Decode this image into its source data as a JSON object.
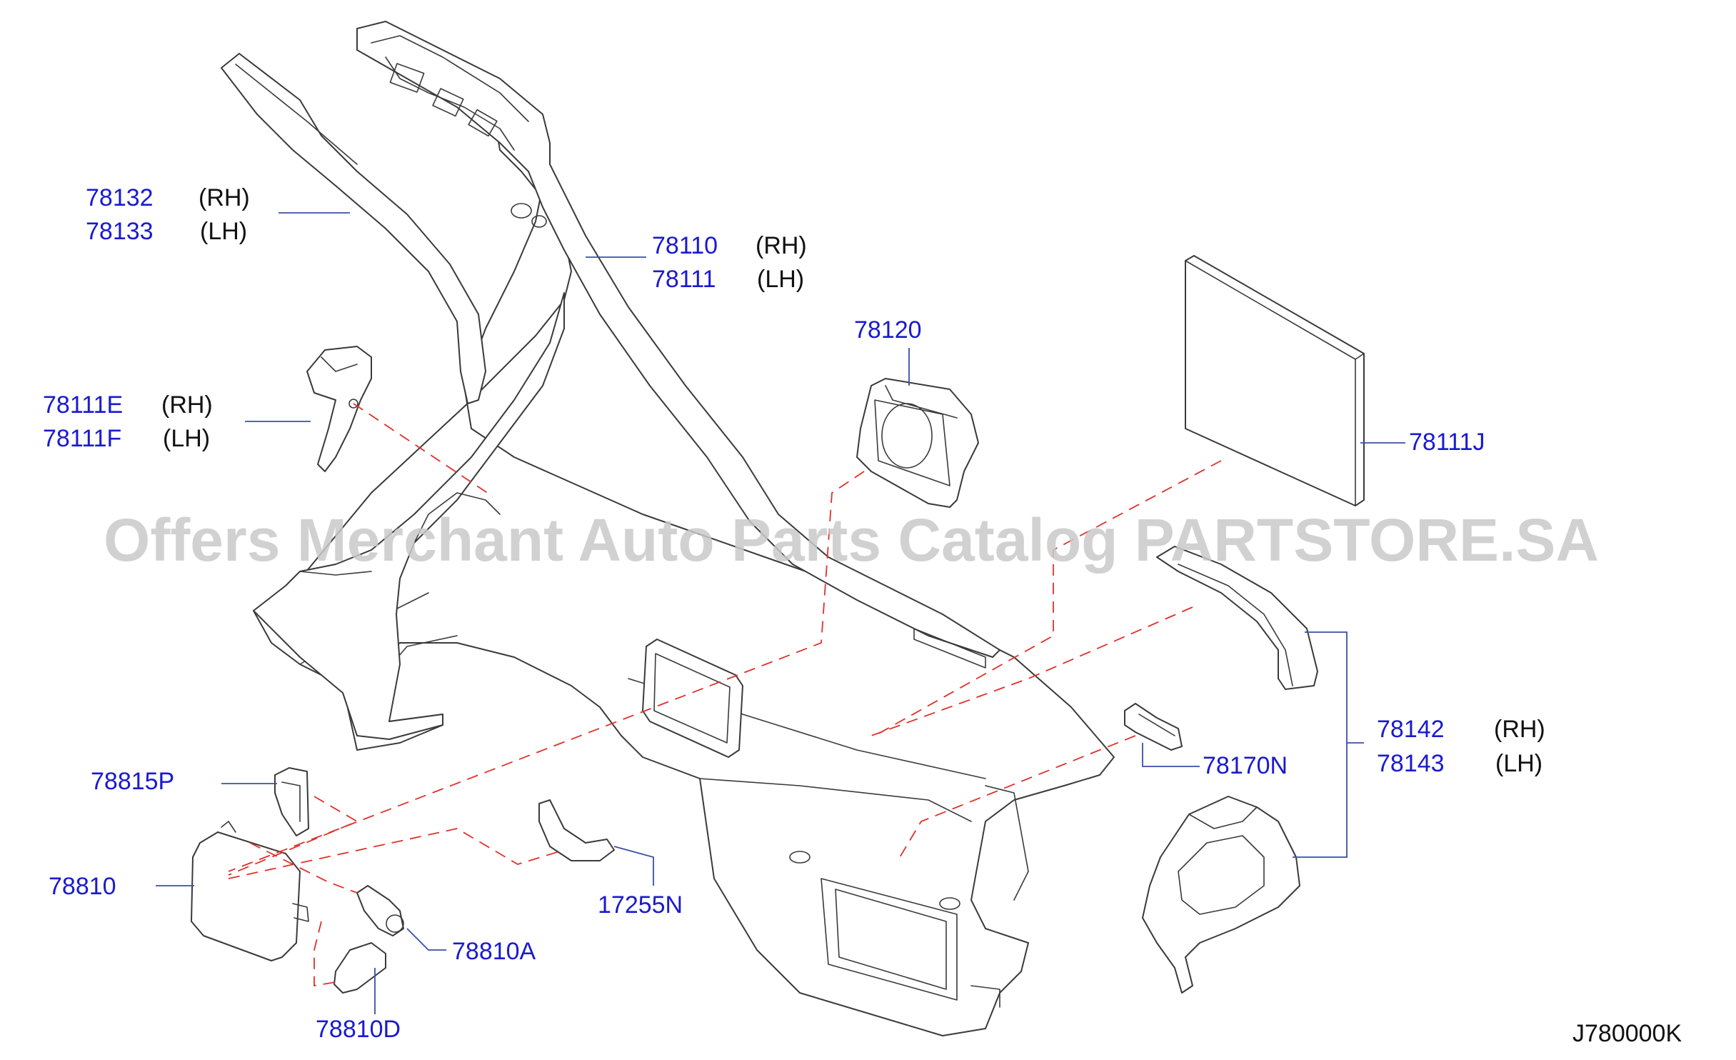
{
  "watermark": "Offers Merchant Auto Parts Catalog PARTSTORE.SA",
  "diagram_code": "J780000K",
  "callouts": {
    "c78132": {
      "pn": "78132",
      "side": "(RH)"
    },
    "c78133": {
      "pn": "78133",
      "side": "(LH)"
    },
    "c78110": {
      "pn": "78110",
      "side": "(RH)"
    },
    "c78111": {
      "pn": "78111",
      "side": "(LH)"
    },
    "c78120": {
      "pn": "78120"
    },
    "c78111E": {
      "pn": "78111E",
      "side": "(RH)"
    },
    "c78111F": {
      "pn": "78111F",
      "side": "(LH)"
    },
    "c78111J": {
      "pn": "78111J"
    },
    "c78142": {
      "pn": "78142",
      "side": "(RH)"
    },
    "c78143": {
      "pn": "78143",
      "side": "(LH)"
    },
    "c78170N": {
      "pn": "78170N"
    },
    "c78815P": {
      "pn": "78815P"
    },
    "c78810": {
      "pn": "78810"
    },
    "c17255N": {
      "pn": "17255N"
    },
    "c78810A": {
      "pn": "78810A"
    },
    "c78810D": {
      "pn": "78810D"
    }
  },
  "colors": {
    "part_number": "#1a1ad0",
    "leader": "#3b4fa8",
    "hidden_line": "#e0302a",
    "outline": "#3a3a3a",
    "watermark": "#c9c9c9"
  }
}
